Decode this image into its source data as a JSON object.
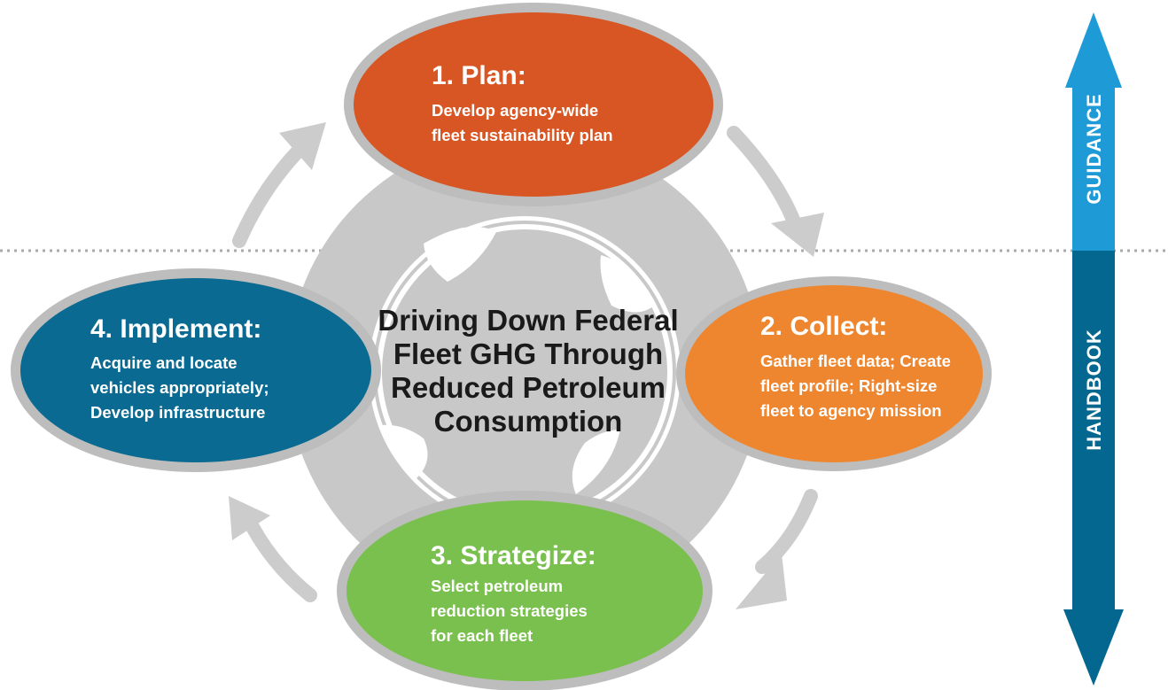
{
  "center": {
    "lines": [
      "Driving Down Federal",
      "Fleet GHG Through",
      "Reduced Petroleum",
      "Consumption"
    ]
  },
  "steps": [
    {
      "title": "1. Plan:",
      "lines": [
        "Develop agency-wide",
        "fleet sustainability plan"
      ],
      "color": "#d9531e"
    },
    {
      "title": "2. Collect:",
      "lines": [
        "Gather fleet data; Create",
        "fleet profile; Right-size",
        "fleet to agency mission"
      ],
      "color": "#f0842a"
    },
    {
      "title": "3. Strategize:",
      "lines": [
        "Select petroleum",
        "reduction strategies",
        "for each fleet"
      ],
      "color": "#78c04a"
    },
    {
      "title": "4. Implement:",
      "lines": [
        "Acquire and locate",
        "vehicles appropriately;",
        "Develop infrastructure"
      ],
      "color": "#04678f"
    }
  ],
  "side_axis": {
    "top_label": "GUIDANCE",
    "bottom_label": "HANDBOOK",
    "top_color": "#1e9ad6",
    "bottom_color": "#04678f"
  },
  "colors": {
    "wheel": "#c8c8c8",
    "ring": "#bdbdbd",
    "arrow": "#cccccc",
    "divider": "#aaaaaa"
  }
}
